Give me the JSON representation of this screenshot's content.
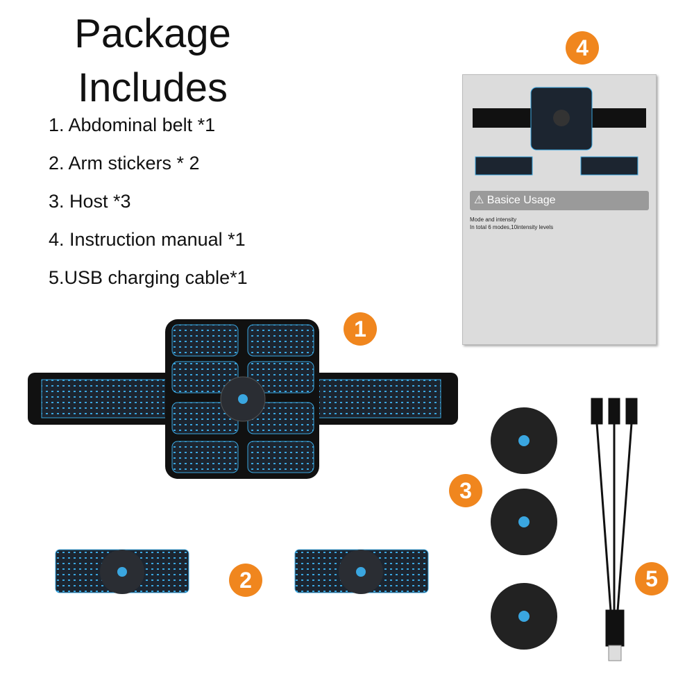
{
  "heading": {
    "line1": "Package",
    "line2": "Includes"
  },
  "items": [
    "1. Abdominal belt *1",
    "2. Arm stickers * 2",
    "3. Host *3",
    "4. Instruction manual *1",
    "5.USB charging cable*1"
  ],
  "badges": [
    "1",
    "2",
    "3",
    "4",
    "5"
  ],
  "manual": {
    "section_icon": "warning-triangle-icon",
    "section_title": "⚠ Basice Usage",
    "line1": "Mode and intensity",
    "line2": "In total 6 modes,10intensity levels"
  },
  "colors": {
    "badge": "#f0861e",
    "pad_blue": "#3aa6e0",
    "pad_dark": "#1c2530"
  }
}
